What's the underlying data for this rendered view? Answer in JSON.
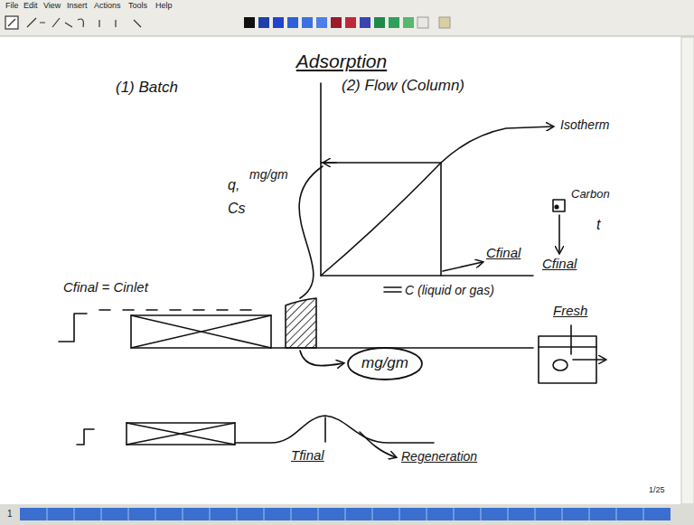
{
  "diagram": {
    "title": "Adsorption",
    "nodes": [
      {
        "text": [
          "mg/gm"
        ]
      }
    ],
    "labels": [
      "File",
      "Edit",
      "View",
      "Insert",
      "Actions",
      "Tools",
      "Help",
      "(1) Batch",
      "(2) Flow (Column)",
      "q,",
      "mg/gm",
      "Cs",
      "Isotherm",
      "Carbon",
      "t",
      "Cfinal",
      "Cfinal",
      "C (liquid or gas)",
      "Cfinal = Cinlet",
      "Fresh",
      "Tfinal",
      "Regeneration",
      "1/25",
      "1"
    ]
  }
}
